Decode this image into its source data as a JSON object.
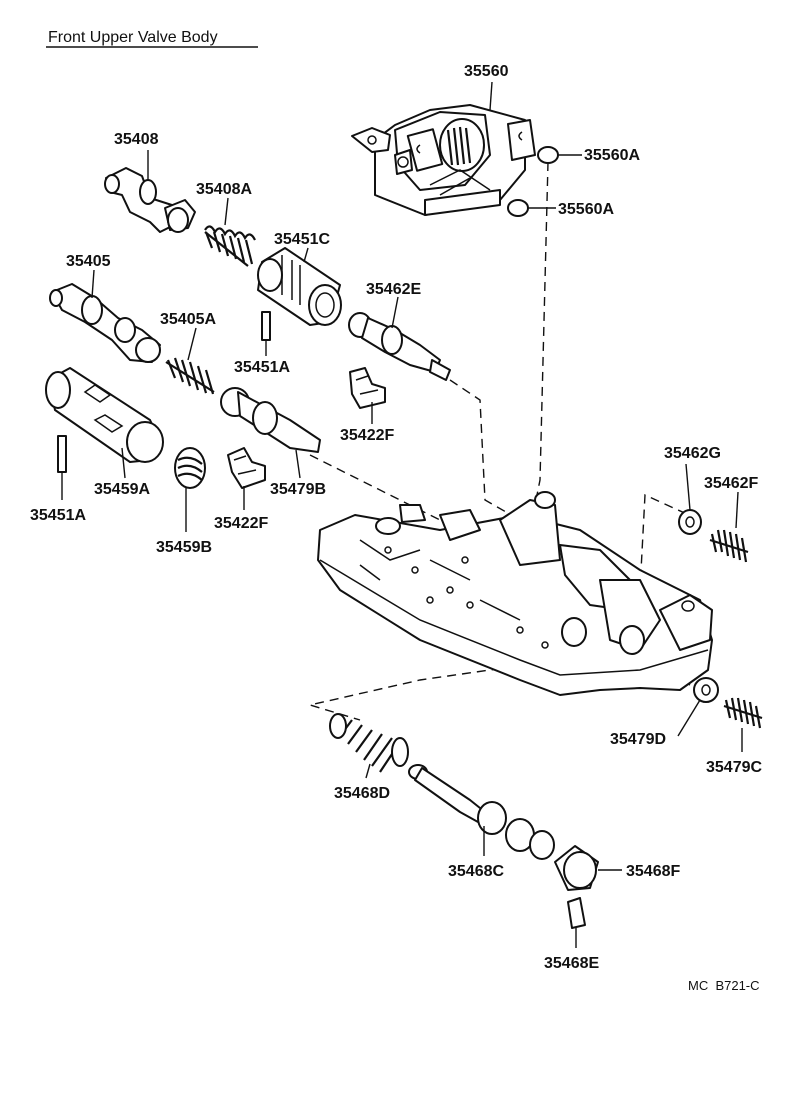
{
  "title": "Front Upper Valve Body",
  "reference_code": "MC  B721-C",
  "labels": {
    "p35560": "35560",
    "p35560A_1": "35560A",
    "p35560A_2": "35560A",
    "p35408": "35408",
    "p35408A": "35408A",
    "p35451C": "35451C",
    "p35405": "35405",
    "p35462E": "35462E",
    "p35405A": "35405A",
    "p35451A_1": "35451A",
    "p35422F_1": "35422F",
    "p35459A": "35459A",
    "p35479B": "35479B",
    "p35462G": "35462G",
    "p35462F": "35462F",
    "p35451A_2": "35451A",
    "p35422F_2": "35422F",
    "p35459B": "35459B",
    "p35479D": "35479D",
    "p35479C": "35479C",
    "p35468D": "35468D",
    "p35468C": "35468C",
    "p35468F": "35468F",
    "p35468E": "35468E"
  }
}
